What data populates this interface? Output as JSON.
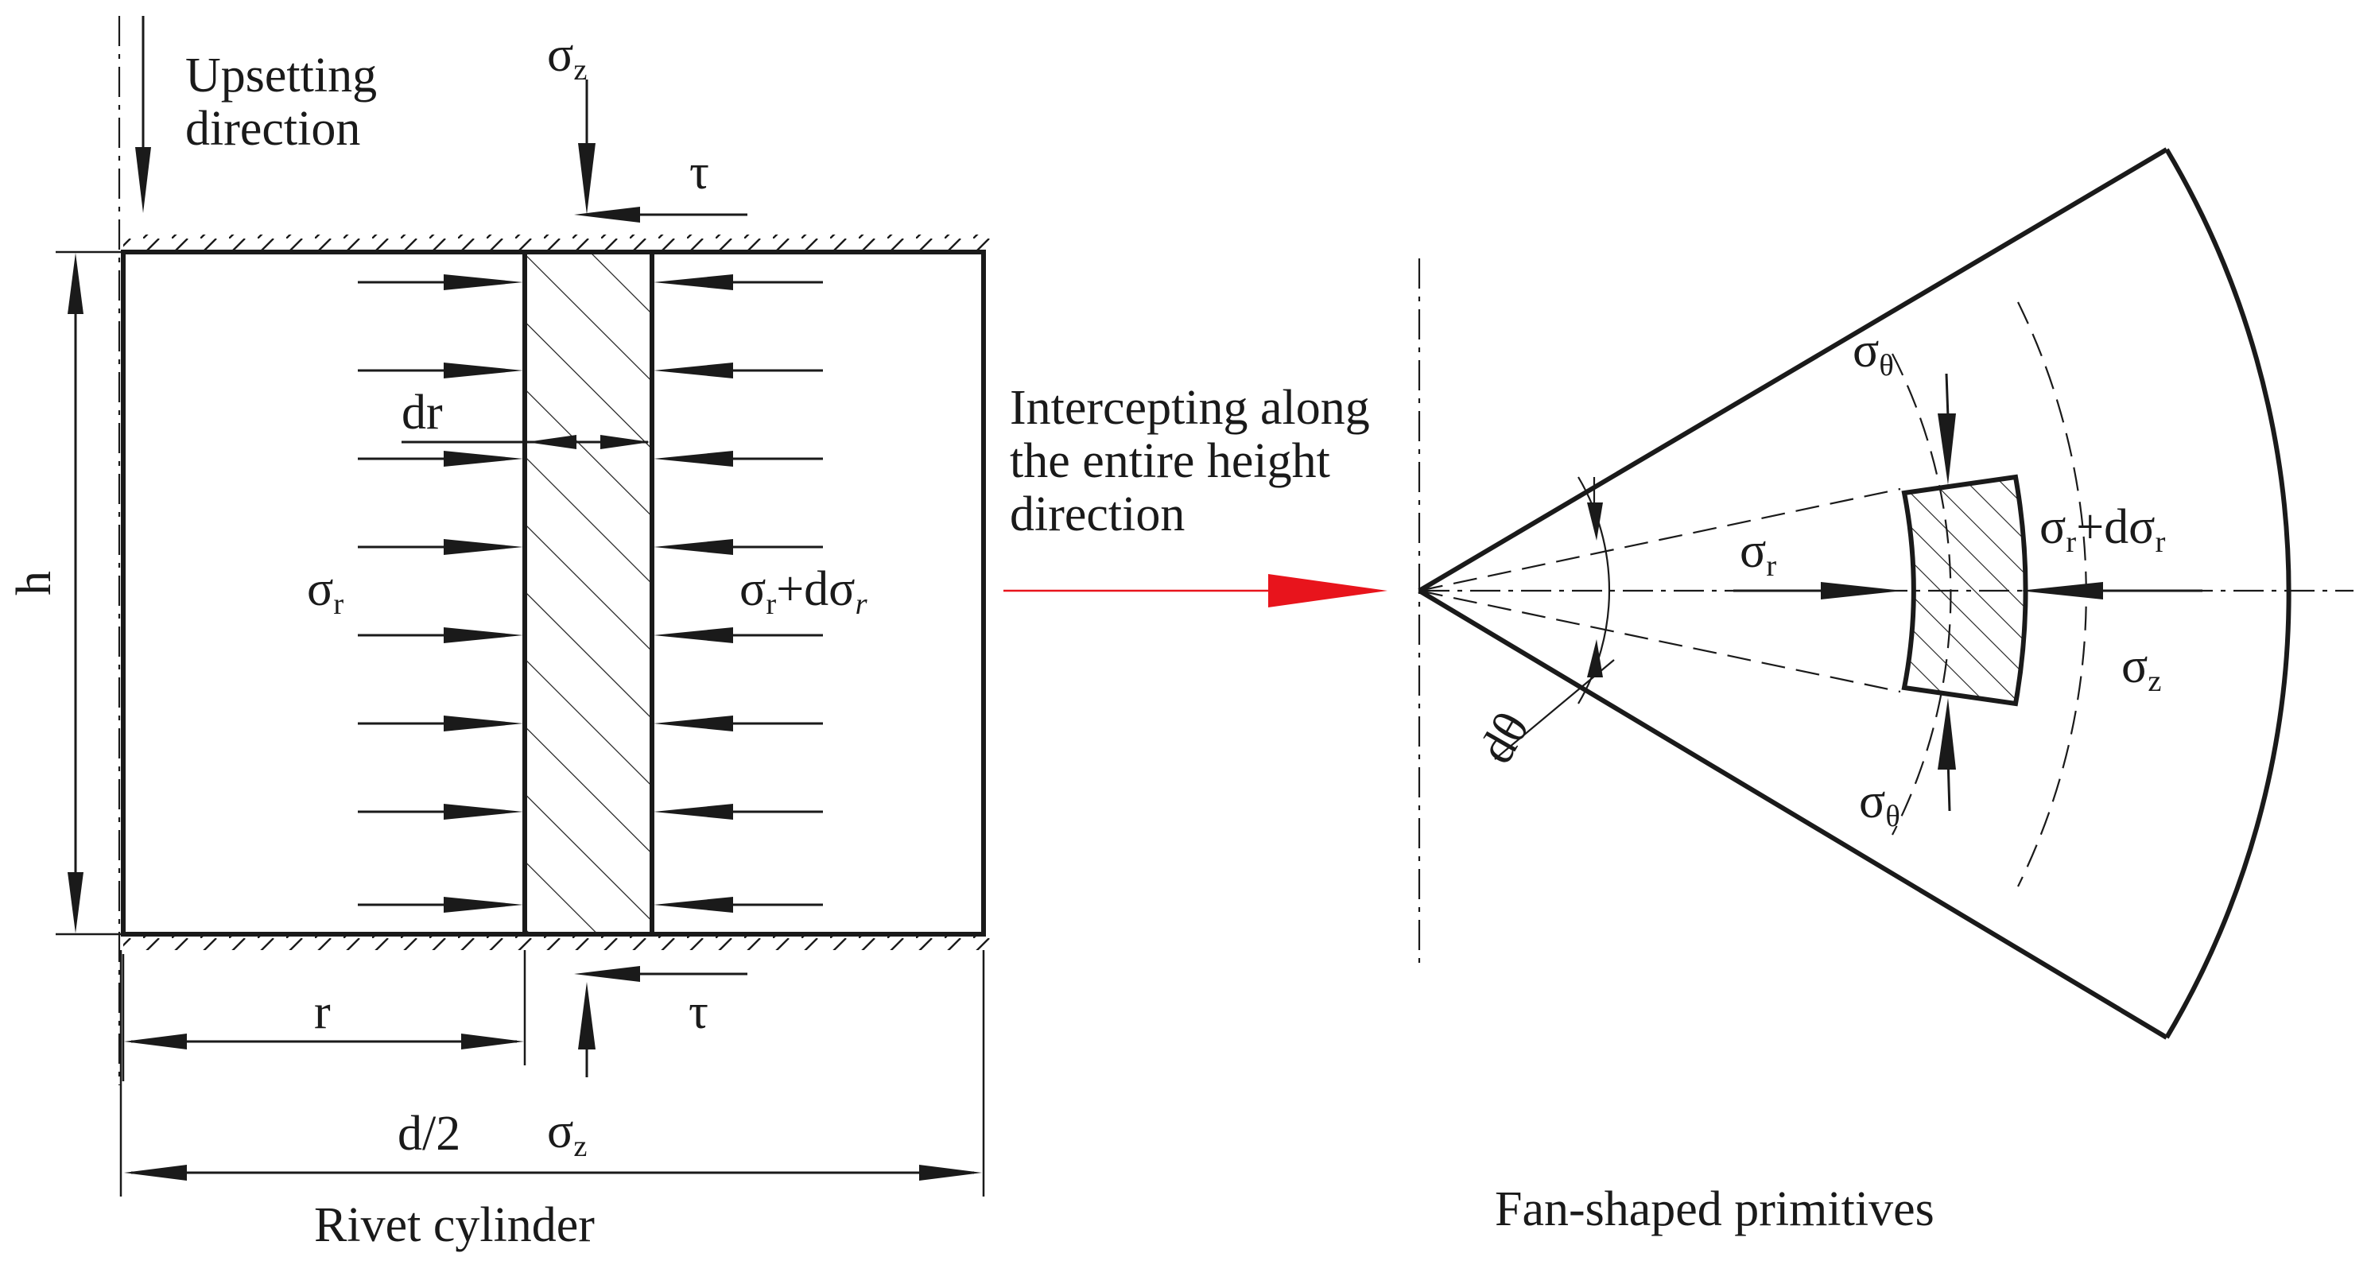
{
  "labels": {
    "upsetting_direction": [
      "Upsetting",
      "direction"
    ],
    "intercepting": [
      "Intercepting along",
      "the entire height",
      "direction"
    ],
    "rivet_cylinder": "Rivet cylinder",
    "fan_shaped_primitives": "Fan-shaped primitives",
    "h": "h",
    "r": "r",
    "d_half": "d/2",
    "dr": "dr",
    "d_theta": "dθ",
    "tau_top": "τ",
    "tau_bottom": "τ"
  },
  "symbols": {
    "sigma_z": {
      "base": "σ",
      "sub": "z"
    },
    "sigma_r": {
      "base": "σ",
      "sub": "r"
    },
    "sigma_theta": {
      "base": "σ",
      "sub": "θ"
    },
    "sigma_r_plus_dsigma_r_left": {
      "base": "σ",
      "sub": "r",
      "mid": "+dσ",
      "sub2": "r"
    },
    "sigma_r_plus_dsigma_r_right": {
      "base": "σ",
      "sub": "r",
      "mid": "+dσ",
      "sub2": "r"
    }
  },
  "colors": {
    "ink": "#1a1a1a",
    "red_arrow": "#e8141c",
    "hatch": "#1a1a1a"
  }
}
